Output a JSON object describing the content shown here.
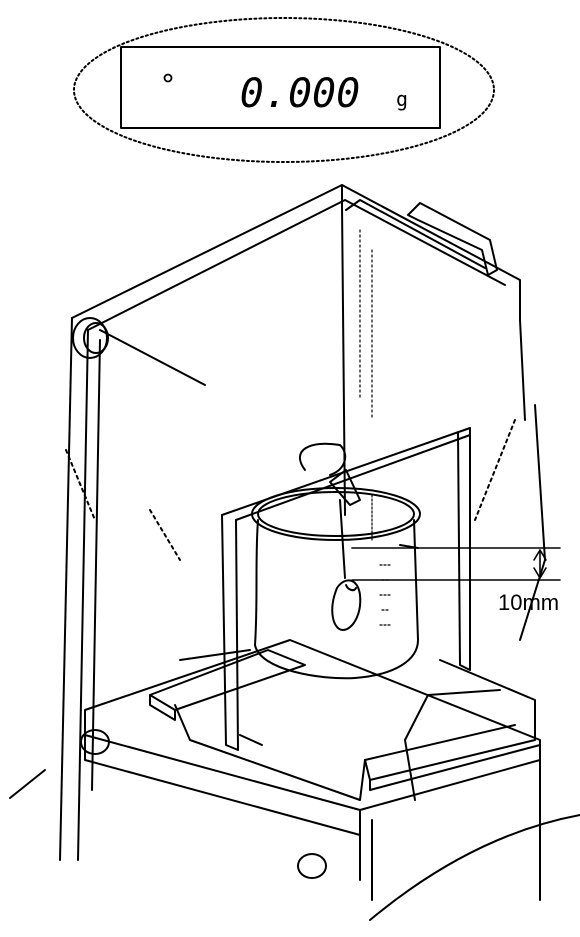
{
  "display": {
    "reading": "0.000",
    "unit": "g",
    "stable_indicator": "o"
  },
  "annotation": {
    "depth_label": "10mm"
  }
}
